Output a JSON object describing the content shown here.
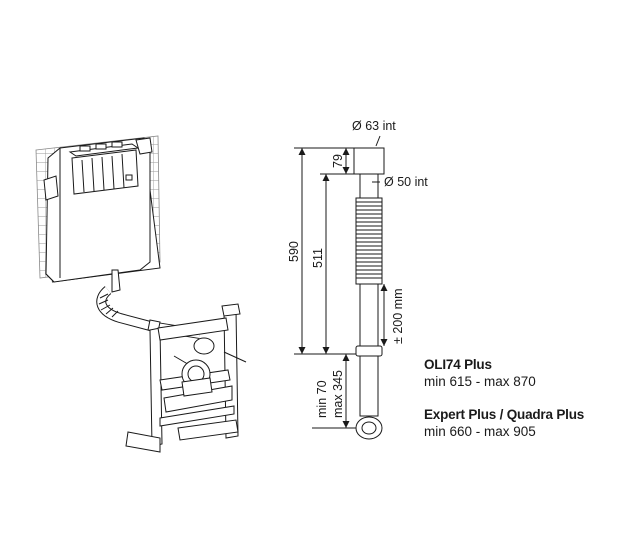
{
  "dimensions": {
    "top_diameter": "Ø 63 int",
    "mid_diameter": "Ø 50 int",
    "total_length": "590",
    "body_length": "511",
    "top_section": "79",
    "adjust_range": "± 200 mm",
    "min_label": "min 70",
    "max_label": "max 345"
  },
  "models": [
    {
      "name": "OLI74 Plus",
      "range": "min 615 - max 870"
    },
    {
      "name": "Expert Plus / Quadra Plus",
      "range": "min 660 - max 905"
    }
  ]
}
